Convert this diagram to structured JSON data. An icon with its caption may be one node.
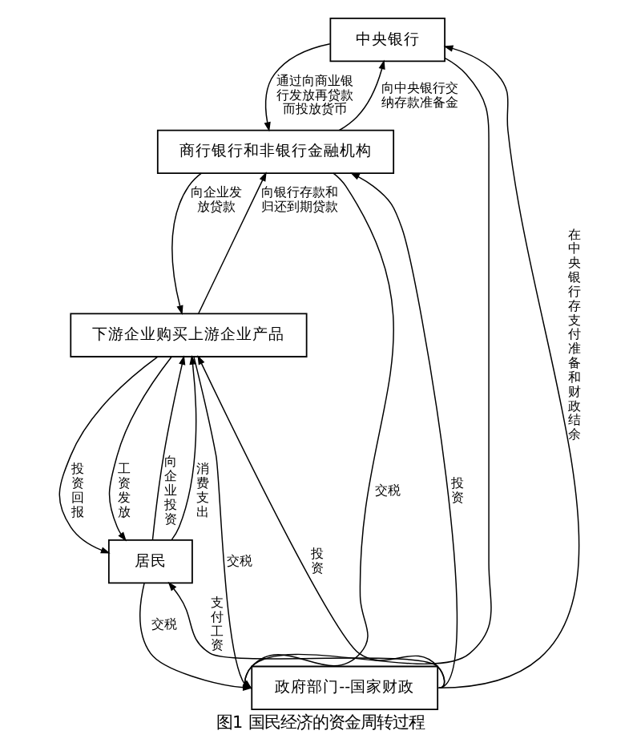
{
  "diagram": {
    "caption": "图1 国民经济的资金周转过程",
    "nodes": [
      {
        "text": [
          "中央银行"
        ]
      },
      {
        "text": [
          "商行银行和非银行金融机构"
        ]
      },
      {
        "text": [
          "下游企业购买上游企业产品"
        ]
      },
      {
        "text": [
          "居民"
        ]
      },
      {
        "text": [
          "政府部门--国家财政"
        ]
      }
    ],
    "edges": [
      {
        "from": 0,
        "to": 1,
        "arrow": "to",
        "label": "通过向商业银行发放再贷款而投放货币"
      },
      {
        "from": 1,
        "to": 0,
        "arrow": "to",
        "label": "向中央银行交纳存款准备金"
      },
      {
        "from": 0,
        "to": 4,
        "arrow": "to"
      },
      {
        "from": 1,
        "to": 4,
        "arrow": "to",
        "label": "交税"
      },
      {
        "from": 1,
        "to": 2,
        "arrow": "to",
        "label": "向企业发放贷款"
      },
      {
        "from": 2,
        "to": 1,
        "arrow": "to",
        "label": "向银行存款和归还到期贷款"
      },
      {
        "from": 4,
        "to": 1,
        "arrow": "to",
        "label": "投资"
      },
      {
        "from": 2,
        "to": 4,
        "arrow": "to",
        "label": "交税"
      },
      {
        "from": 4,
        "to": 2,
        "arrow": "to",
        "label": "投资"
      },
      {
        "from": 2,
        "to": 3,
        "arrow": "to",
        "label": "投资回报"
      },
      {
        "from": 2,
        "to": 3,
        "arrow": "to",
        "label": "工资发放"
      },
      {
        "from": 3,
        "to": 2,
        "arrow": "to",
        "label": "向企业投资"
      },
      {
        "from": 3,
        "to": 2,
        "arrow": "to",
        "label": "消费支出"
      },
      {
        "from": 3,
        "to": 4,
        "arrow": "to",
        "label": "交税"
      },
      {
        "from": 4,
        "to": 3,
        "arrow": "to",
        "label": "支付工资"
      },
      {
        "from": 4,
        "to": 0,
        "arrow": "to",
        "label": "在中央银行存支付准备和财政结余"
      }
    ]
  }
}
